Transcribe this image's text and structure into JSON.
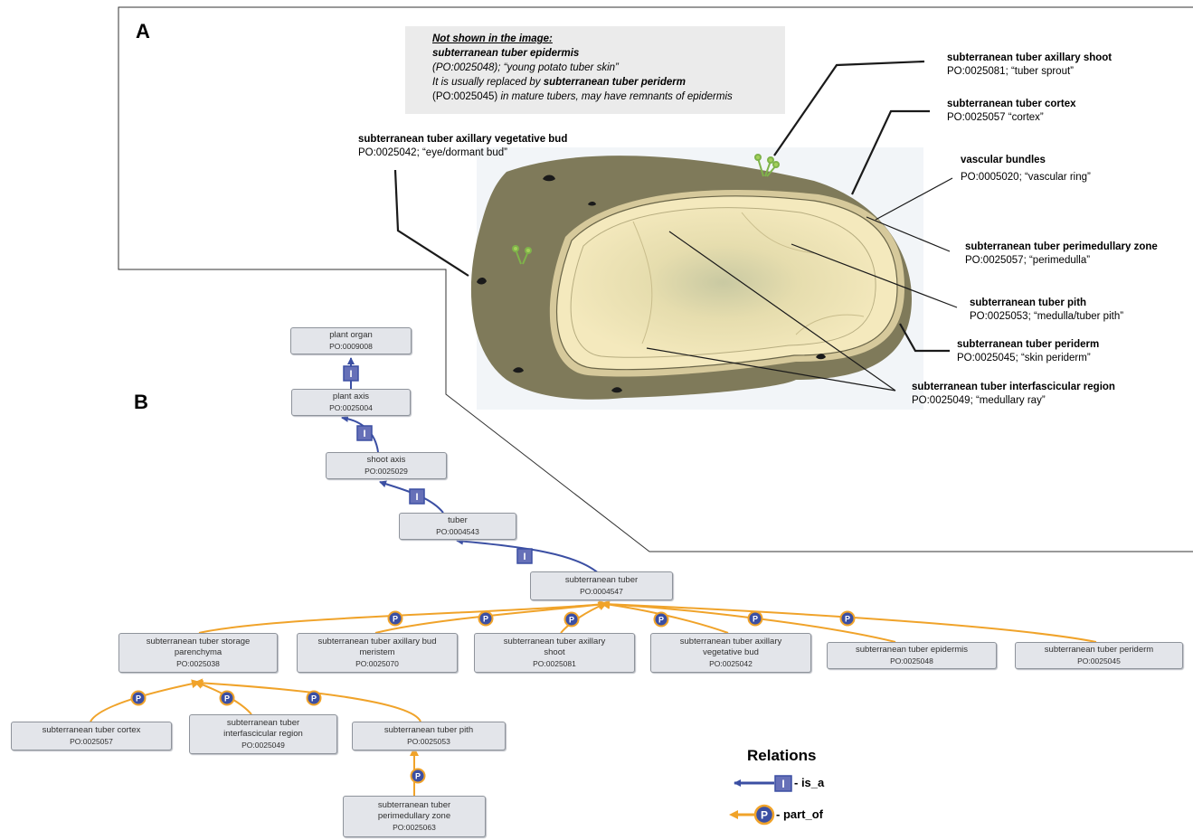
{
  "panel_a": {
    "letter": "A",
    "note": {
      "line1": "Not shown in the image:",
      "line2": "subterranean tuber epidermis",
      "line3": "(PO:0025048);  “young potato tuber skin”",
      "line4a": "It is usually replaced by ",
      "line4b": "subterranean  tuber periderm",
      "line5a": "(PO:0025045) ",
      "line5b": "in mature tubers, may have remnants of epidermis"
    },
    "labels": {
      "axillary_bud": {
        "title": "subterranean tuber axillary vegetative bud",
        "sub": "PO:0025042; “eye/dormant bud”"
      },
      "axillary_shoot": {
        "title": "subterranean tuber axillary shoot",
        "sub": "PO:0025081; “tuber sprout”"
      },
      "cortex": {
        "title": "subterranean tuber cortex",
        "sub": "PO:0025057 “cortex”"
      },
      "vascular": {
        "title": "vascular bundles",
        "sub": "PO:0005020; “vascular ring”"
      },
      "perimedullary": {
        "title": "subterranean tuber perimedullary zone",
        "sub": "PO:0025057; “perimedulla”"
      },
      "pith": {
        "title": "subterranean tuber pith",
        "sub": "PO:0025053; “medulla/tuber pith”"
      },
      "periderm": {
        "title": "subterranean tuber periderm",
        "sub": "PO:0025045; “skin periderm”"
      },
      "interfascicular": {
        "title": "subterranean tuber interfascicular region",
        "sub": "PO:0025049; “medullary ray”"
      }
    }
  },
  "panel_b": {
    "letter": "B",
    "nodes": {
      "plant_organ": {
        "label": "plant organ",
        "id": "PO:0009008"
      },
      "plant_axis": {
        "label": "plant axis",
        "id": "PO:0025004"
      },
      "shoot_axis": {
        "label": "shoot axis",
        "id": "PO:0025029"
      },
      "tuber": {
        "label": "tuber",
        "id": "PO:0004543"
      },
      "sub_tuber": {
        "label": "subterranean tuber",
        "id": "PO:0004547"
      },
      "storage": {
        "label1": "subterranean tuber storage",
        "label2": "parenchyma",
        "id": "PO:0025038"
      },
      "axbud_meristem": {
        "label1": "subterranean tuber axillary bud",
        "label2": "meristem",
        "id": "PO:0025070"
      },
      "axshoot": {
        "label1": "subterranean tuber axillary",
        "label2": "shoot",
        "id": "PO:0025081"
      },
      "axvegbud": {
        "label1": "subterranean tuber axillary",
        "label2": "vegetative bud",
        "id": "PO:0025042"
      },
      "epidermis": {
        "label": "subterranean tuber epidermis",
        "id": "PO:0025048"
      },
      "periderm": {
        "label": "subterranean tuber periderm",
        "id": "PO:0025045"
      },
      "cortex": {
        "label": "subterranean tuber cortex",
        "id": "PO:0025057"
      },
      "interfasc": {
        "label1": "subterranean tuber",
        "label2": "interfascicular region",
        "id": "PO:0025049"
      },
      "pith": {
        "label": "subterranean tuber pith",
        "id": "PO:0025053"
      },
      "perimed": {
        "label1": "subterranean tuber",
        "label2": "perimedullary zone",
        "id": "PO:0025063"
      }
    },
    "badges": {
      "is_a": "I",
      "part_of": "P"
    },
    "legend": {
      "title": "Relations",
      "is_a": "- is_a",
      "part_of": "- part_of"
    }
  },
  "colors": {
    "is_a": "#3b4fa3",
    "part_of": "#f0a32a",
    "tuber_skin": "#7f7a5a",
    "flesh": "#efe3b0",
    "node_fill": "#e3e5ea",
    "note_bg": "#ebebeb"
  }
}
